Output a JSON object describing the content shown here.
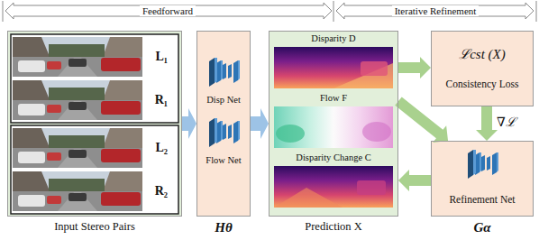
{
  "diagram": {
    "nodes": [
      {
        "text": [
          "Input Stereo Pairs"
        ]
      },
      {
        "text": [
          "L₁"
        ],
        "in": 0
      },
      {
        "text": [
          "R₁"
        ],
        "in": 0
      },
      {
        "text": [
          "L₂"
        ],
        "in": 0
      },
      {
        "text": [
          "R₂"
        ],
        "in": 0
      },
      {
        "text": [
          "Hθ"
        ]
      },
      {
        "text": [
          "Disp Net"
        ],
        "in": 5
      },
      {
        "text": [
          "Flow Net"
        ],
        "in": 5
      },
      {
        "text": [
          "Prediction X"
        ]
      },
      {
        "text": [
          "Disparity D"
        ],
        "in": 8
      },
      {
        "text": [
          "Flow F"
        ],
        "in": 8
      },
      {
        "text": [
          "Disparity Change C"
        ],
        "in": 8
      },
      {
        "text": [
          "ℒcst (X)",
          "Consistency Loss"
        ]
      },
      {
        "text": [
          "Refinement Net",
          "Gα"
        ]
      }
    ],
    "edges": [
      {
        "from": 0,
        "to": 5,
        "arrow": "to"
      },
      {
        "from": 5,
        "to": 8,
        "arrow": "to"
      },
      {
        "from": 8,
        "to": 12,
        "arrow": "to"
      },
      {
        "from": 12,
        "to": 13,
        "arrow": "to",
        "label": "∇ℒ"
      },
      {
        "from": 8,
        "to": 13,
        "arrow": "to"
      },
      {
        "from": 13,
        "to": 8,
        "arrow": "to"
      }
    ],
    "labels": [
      "Feedforward",
      "Iterative Refinement"
    ]
  }
}
